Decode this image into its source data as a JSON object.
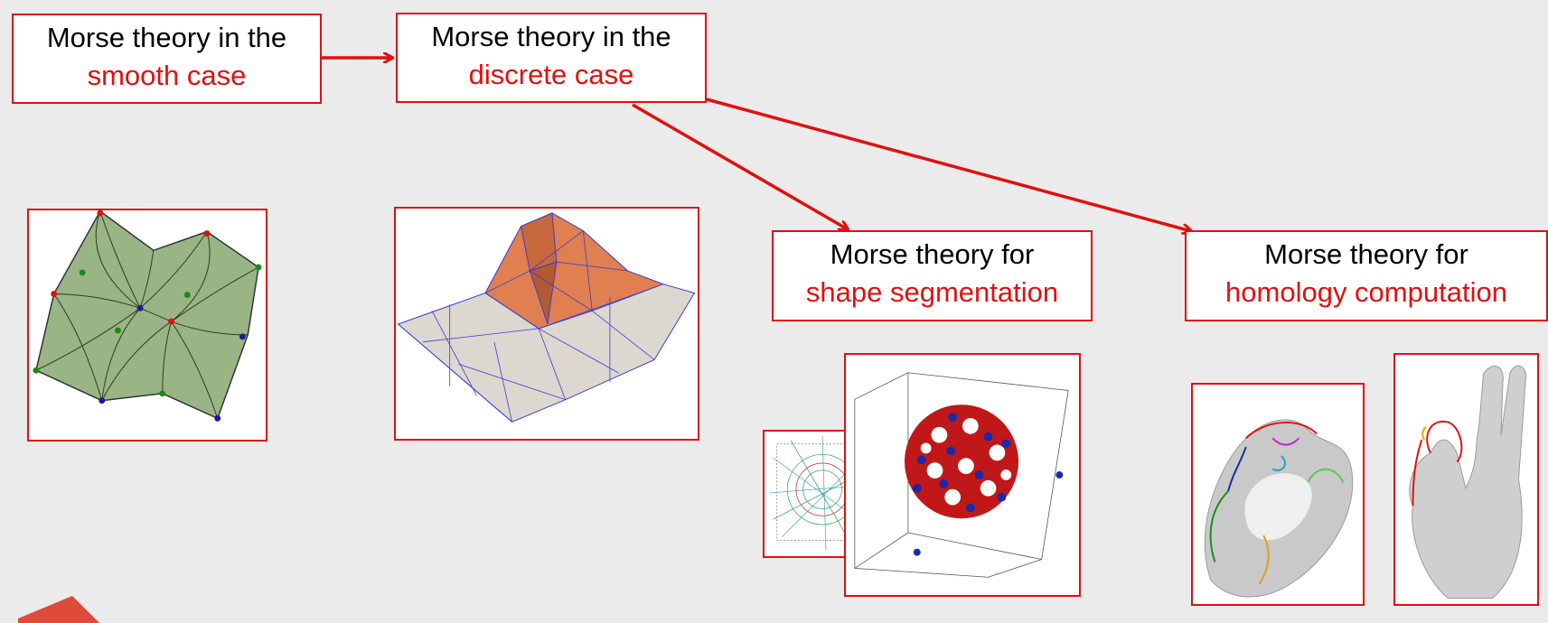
{
  "boxes": {
    "smooth": {
      "line1": "Morse theory in the",
      "line2": "smooth case"
    },
    "discrete": {
      "line1": "Morse theory in the",
      "line2": "discrete case"
    },
    "segmentation": {
      "line1": "Morse theory for",
      "line2": "shape segmentation"
    },
    "homology": {
      "line1": "Morse theory for",
      "line2": "homology computation"
    }
  },
  "colors": {
    "accent": "#e01010",
    "background": "#ebebeb"
  },
  "images": [
    "smooth-morse-complex-surface",
    "discrete-terrain-triangle-mesh",
    "volume-dataset-noisy-graph",
    "fullerene-molecule-segmentation",
    "torus-like-shape-homology-cycles",
    "hand-model-homology-cycles"
  ]
}
